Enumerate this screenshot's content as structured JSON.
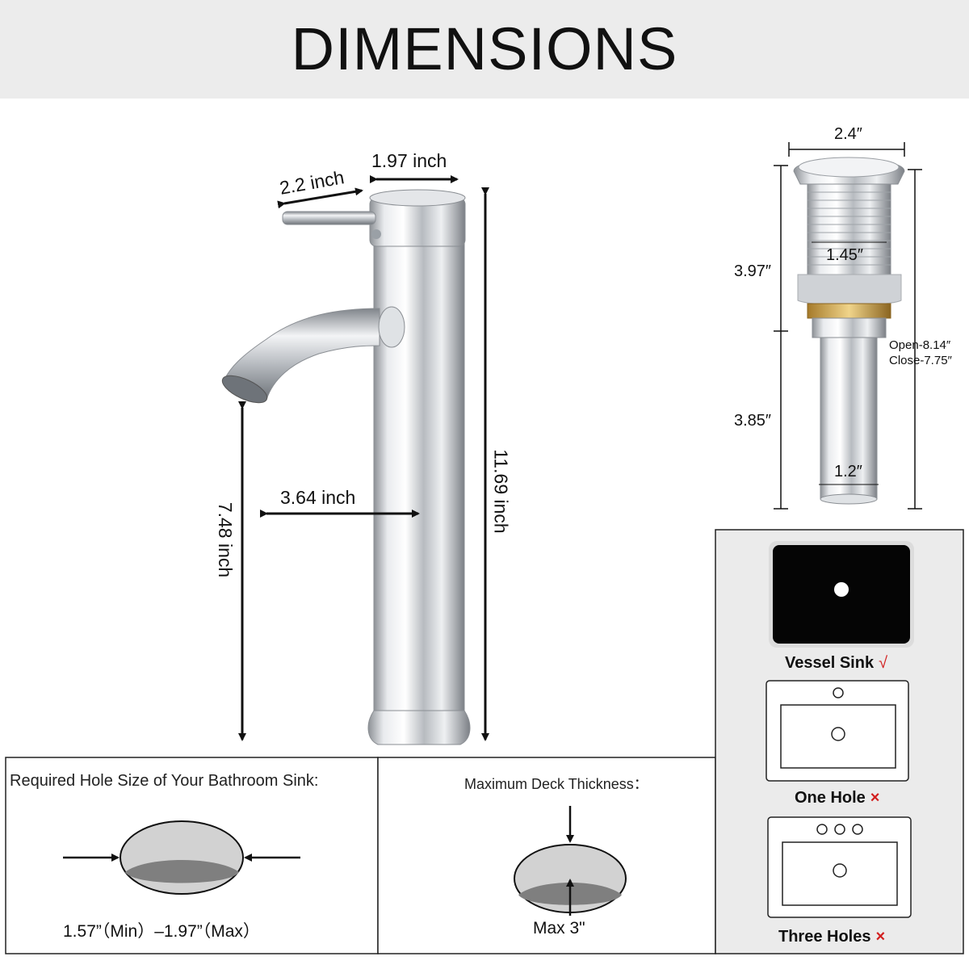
{
  "header": {
    "title": "DIMENSIONS"
  },
  "faucet": {
    "handle_length": "2.2 inch",
    "top_width": "1.97 inch",
    "total_height": "11.69 inch",
    "spout_height": "7.48 inch",
    "spout_reach": "3.64 inch"
  },
  "drain": {
    "top_diameter": "2.4″",
    "thread_diameter": "1.45″",
    "upper_height": "3.97″",
    "lower_height": "3.85″",
    "tail_diameter": "1.2″",
    "open_height": "Open-8.14″",
    "close_height": "Close-7.75″"
  },
  "hole_panel": {
    "title": "Required Hole Size of Your Bathroom Sink:",
    "range": "1.57”（Min）–1.97”（Max）"
  },
  "deck_panel": {
    "title": "Maximum Deck Thickness：",
    "max": "Max 3\""
  },
  "sink_types": [
    {
      "label": "Vessel Sink",
      "mark": "√",
      "icon": "check-icon"
    },
    {
      "label": "One Hole",
      "mark": "×",
      "icon": "cross-icon"
    },
    {
      "label": "Three Holes",
      "mark": "×",
      "icon": "cross-icon"
    }
  ],
  "colors": {
    "header_bg": "#ececec",
    "mark_red": "#d21e1e",
    "chrome": "#c9ccd0"
  }
}
